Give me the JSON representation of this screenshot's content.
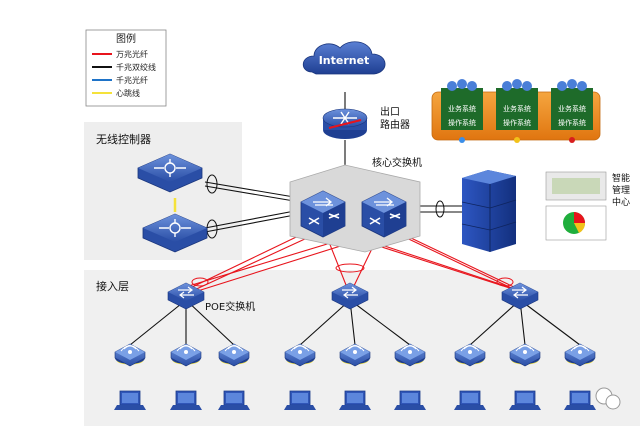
{
  "legend": {
    "title": "图例",
    "items": [
      {
        "label": "万兆光纤",
        "color": "#e8141c"
      },
      {
        "label": "千兆双绞线",
        "color": "#111111"
      },
      {
        "label": "千兆光纤",
        "color": "#1e73c8"
      },
      {
        "label": "心跳线",
        "color": "#f5e23a"
      }
    ]
  },
  "internet": {
    "label": "Internet"
  },
  "router": {
    "label_line1": "出口",
    "label_line2": "路由器"
  },
  "core": {
    "label": "核心交换机"
  },
  "wlc": {
    "label": "无线控制器"
  },
  "access": {
    "label": "接入层",
    "poe_label": "POE交换机"
  },
  "systems": [
    {
      "title": "业务系统",
      "subtitle": "操作系统"
    },
    {
      "title": "业务系统",
      "subtitle": "操作系统"
    },
    {
      "title": "业务系统",
      "subtitle": "操作系统"
    }
  ],
  "mgmt": {
    "label_lines": [
      "智能",
      "管理",
      "中心"
    ]
  },
  "colors": {
    "panel_bg": "#eeeeee",
    "device_blue": "#2b4fa8",
    "orange_panel": "#ee8a1c",
    "green_panel": "#1e6b2a",
    "server_blue": "#1f3f9c"
  }
}
